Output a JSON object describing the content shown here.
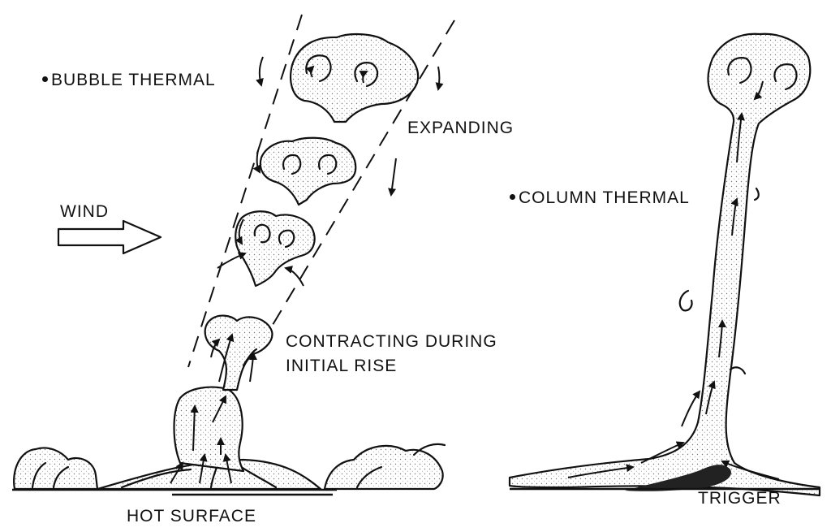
{
  "labels": {
    "bubble_thermal": "BUBBLE THERMAL",
    "expanding": "EXPANDING",
    "wind": "WIND",
    "column_thermal": "COLUMN THERMAL",
    "contracting_line1": "CONTRACTING DURING",
    "contracting_line2": "INITIAL RISE",
    "hot_surface": "HOT SURFACE",
    "trigger": "TRIGGER"
  },
  "colors": {
    "ink": "#111111",
    "background": "#ffffff"
  }
}
